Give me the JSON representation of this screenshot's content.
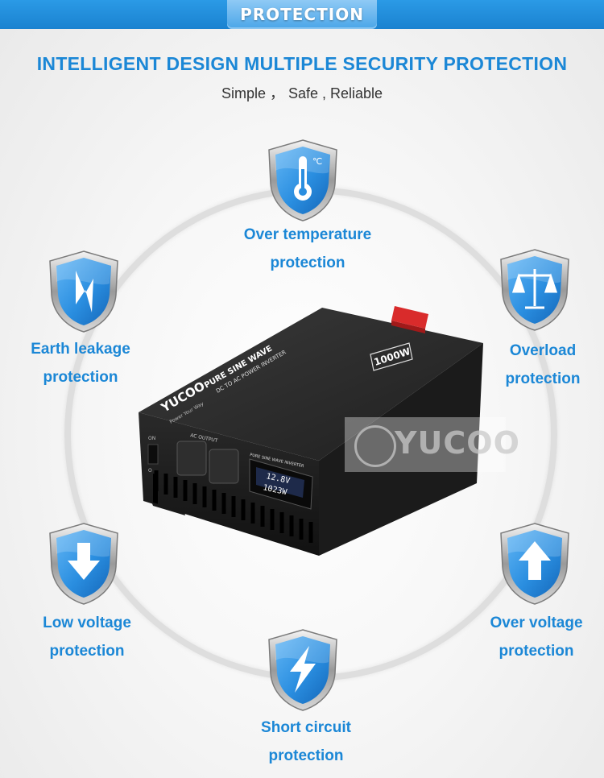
{
  "banner": {
    "title": "PROTECTION"
  },
  "headline": "INTELLIGENT DESIGN MULTIPLE SECURITY PROTECTION",
  "subline": "Simple ， Safe , Reliable",
  "colors": {
    "accent": "#1b87d6",
    "shield_blue": "#2e8fe0",
    "ring": "#dedede"
  },
  "features": {
    "over_temperature": {
      "icon": "thermometer-icon",
      "line1": "Over temperature",
      "line2": "protection",
      "unit": "℃"
    },
    "earth_leakage": {
      "icon": "leakage-bolt-icon",
      "line1": "Earth leakage",
      "line2": "protection"
    },
    "overload": {
      "icon": "scale-icon",
      "line1": "Overload",
      "line2": "protection"
    },
    "low_voltage": {
      "icon": "arrow-down-icon",
      "line1": "Low voltage",
      "line2": "protection"
    },
    "over_voltage": {
      "icon": "arrow-up-icon",
      "line1": "Over voltage",
      "line2": "protection"
    },
    "short_circuit": {
      "icon": "lightning-icon",
      "line1": "Short circuit",
      "line2": "protection"
    }
  },
  "device": {
    "brand": "YUCOO",
    "product_line": "PURE SINE WAVE",
    "subtitle": "DC TO AC POWER INVERTER",
    "slogan": "Power Your Way",
    "power_badge": "1000W",
    "ac_output": "AC OUTPUT",
    "lcd_title": "PURE SINE WAVE INVERTER",
    "lcd_voltage": "12.8V",
    "lcd_power": "1023W",
    "switch_on": "ON",
    "switch_off": "O"
  },
  "watermark": "YUCOO"
}
